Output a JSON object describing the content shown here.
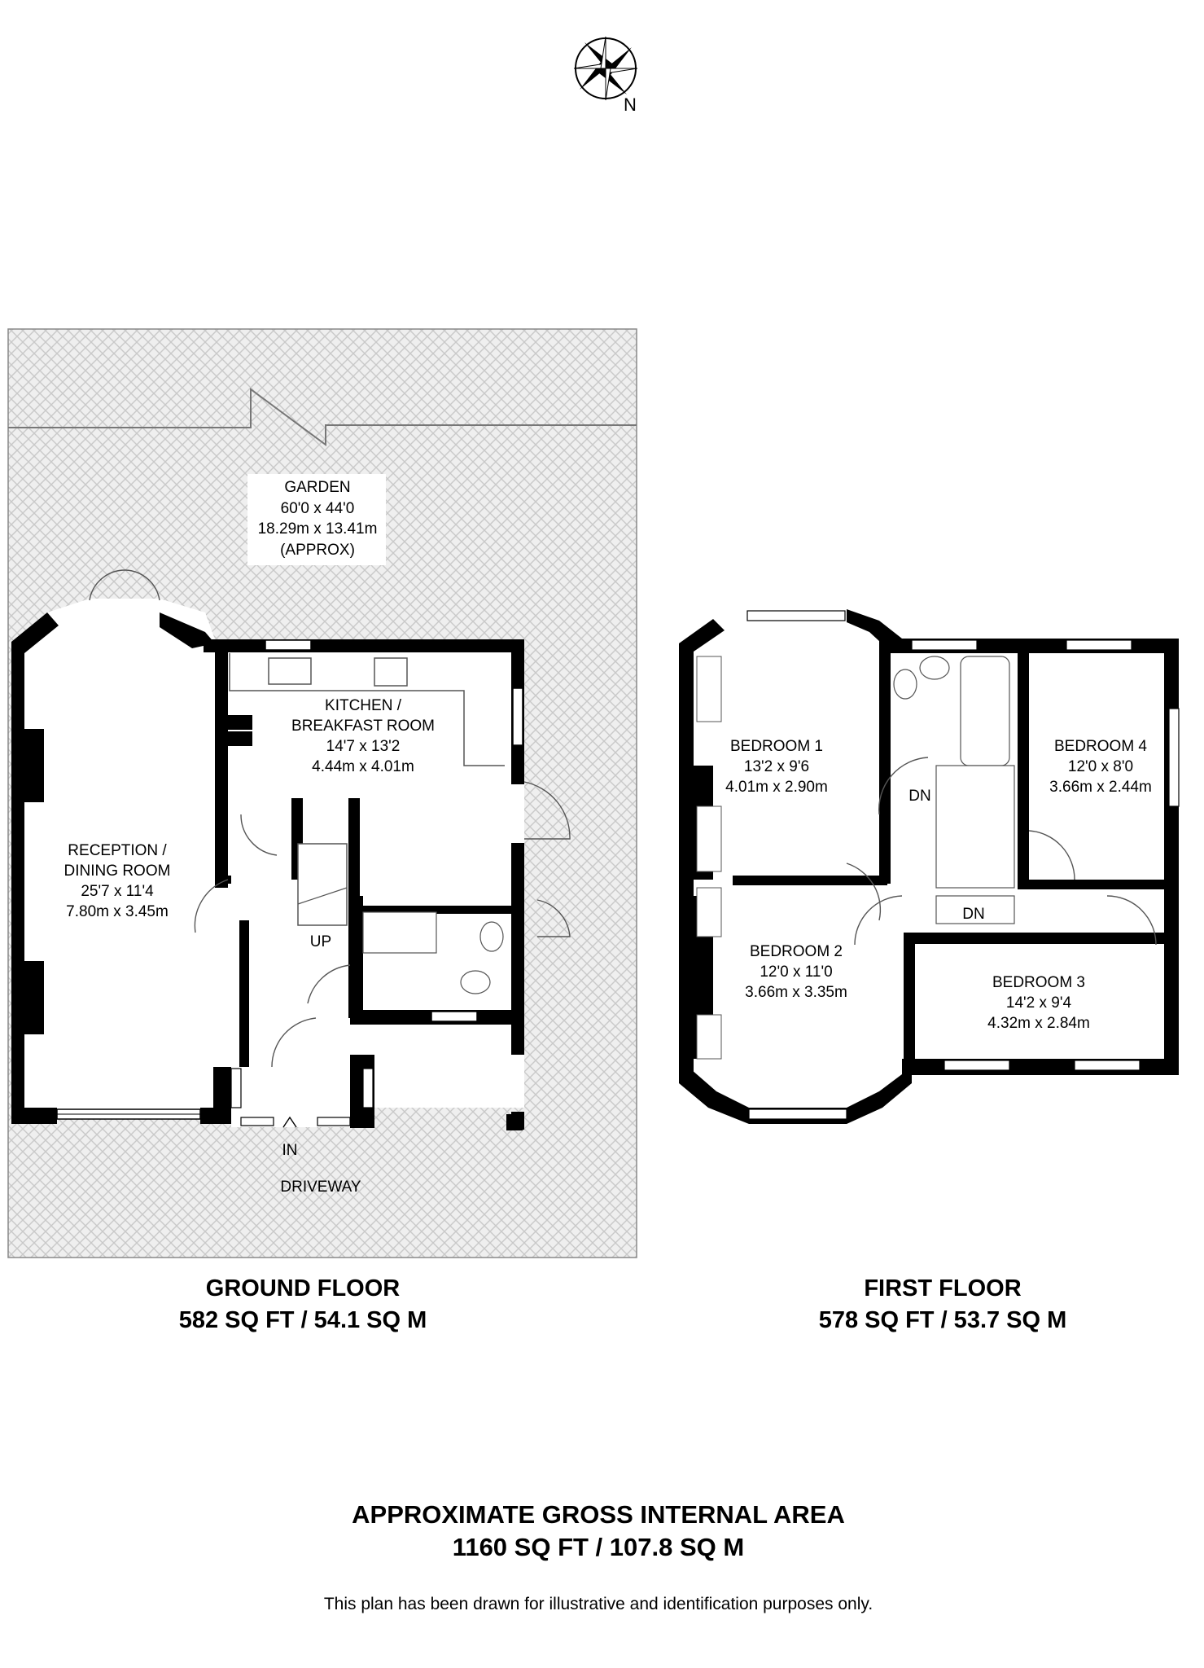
{
  "compass": {
    "north_label": "N"
  },
  "ground_floor": {
    "title": "GROUND FLOOR",
    "area": "582 SQ FT / 54.1 SQ M",
    "garden": {
      "name": "GARDEN",
      "imperial": "60'0 x 44'0",
      "metric": "18.29m x 13.41m",
      "note": "(APPROX)"
    },
    "kitchen": {
      "name_line1": "KITCHEN /",
      "name_line2": "BREAKFAST ROOM",
      "imperial": "14'7 x 13'2",
      "metric": "4.44m x 4.01m"
    },
    "reception": {
      "name_line1": "RECEPTION /",
      "name_line2": "DINING ROOM",
      "imperial": "25'7 x 11'4",
      "metric": "7.80m x 3.45m"
    },
    "stairs_label": "UP",
    "entrance_label": "IN",
    "driveway_label": "DRIVEWAY"
  },
  "first_floor": {
    "title": "FIRST FLOOR",
    "area": "578 SQ FT / 53.7 SQ M",
    "bedroom1": {
      "name": "BEDROOM 1",
      "imperial": "13'2 x 9'6",
      "metric": "4.01m x 2.90m"
    },
    "bedroom2": {
      "name": "BEDROOM 2",
      "imperial": "12'0 x 11'0",
      "metric": "3.66m x 3.35m"
    },
    "bedroom3": {
      "name": "BEDROOM 3",
      "imperial": "14'2 x 9'4",
      "metric": "4.32m x 2.84m"
    },
    "bedroom4": {
      "name": "BEDROOM 4",
      "imperial": "12'0 x 8'0",
      "metric": "3.66m x 2.44m"
    },
    "stairs_label_1": "DN",
    "stairs_label_2": "DN"
  },
  "summary": {
    "heading": "APPROXIMATE GROSS INTERNAL AREA",
    "total": "1160 SQ FT / 107.8 SQ M",
    "disclaimer": "This plan has been drawn for illustrative and identification purposes only."
  }
}
